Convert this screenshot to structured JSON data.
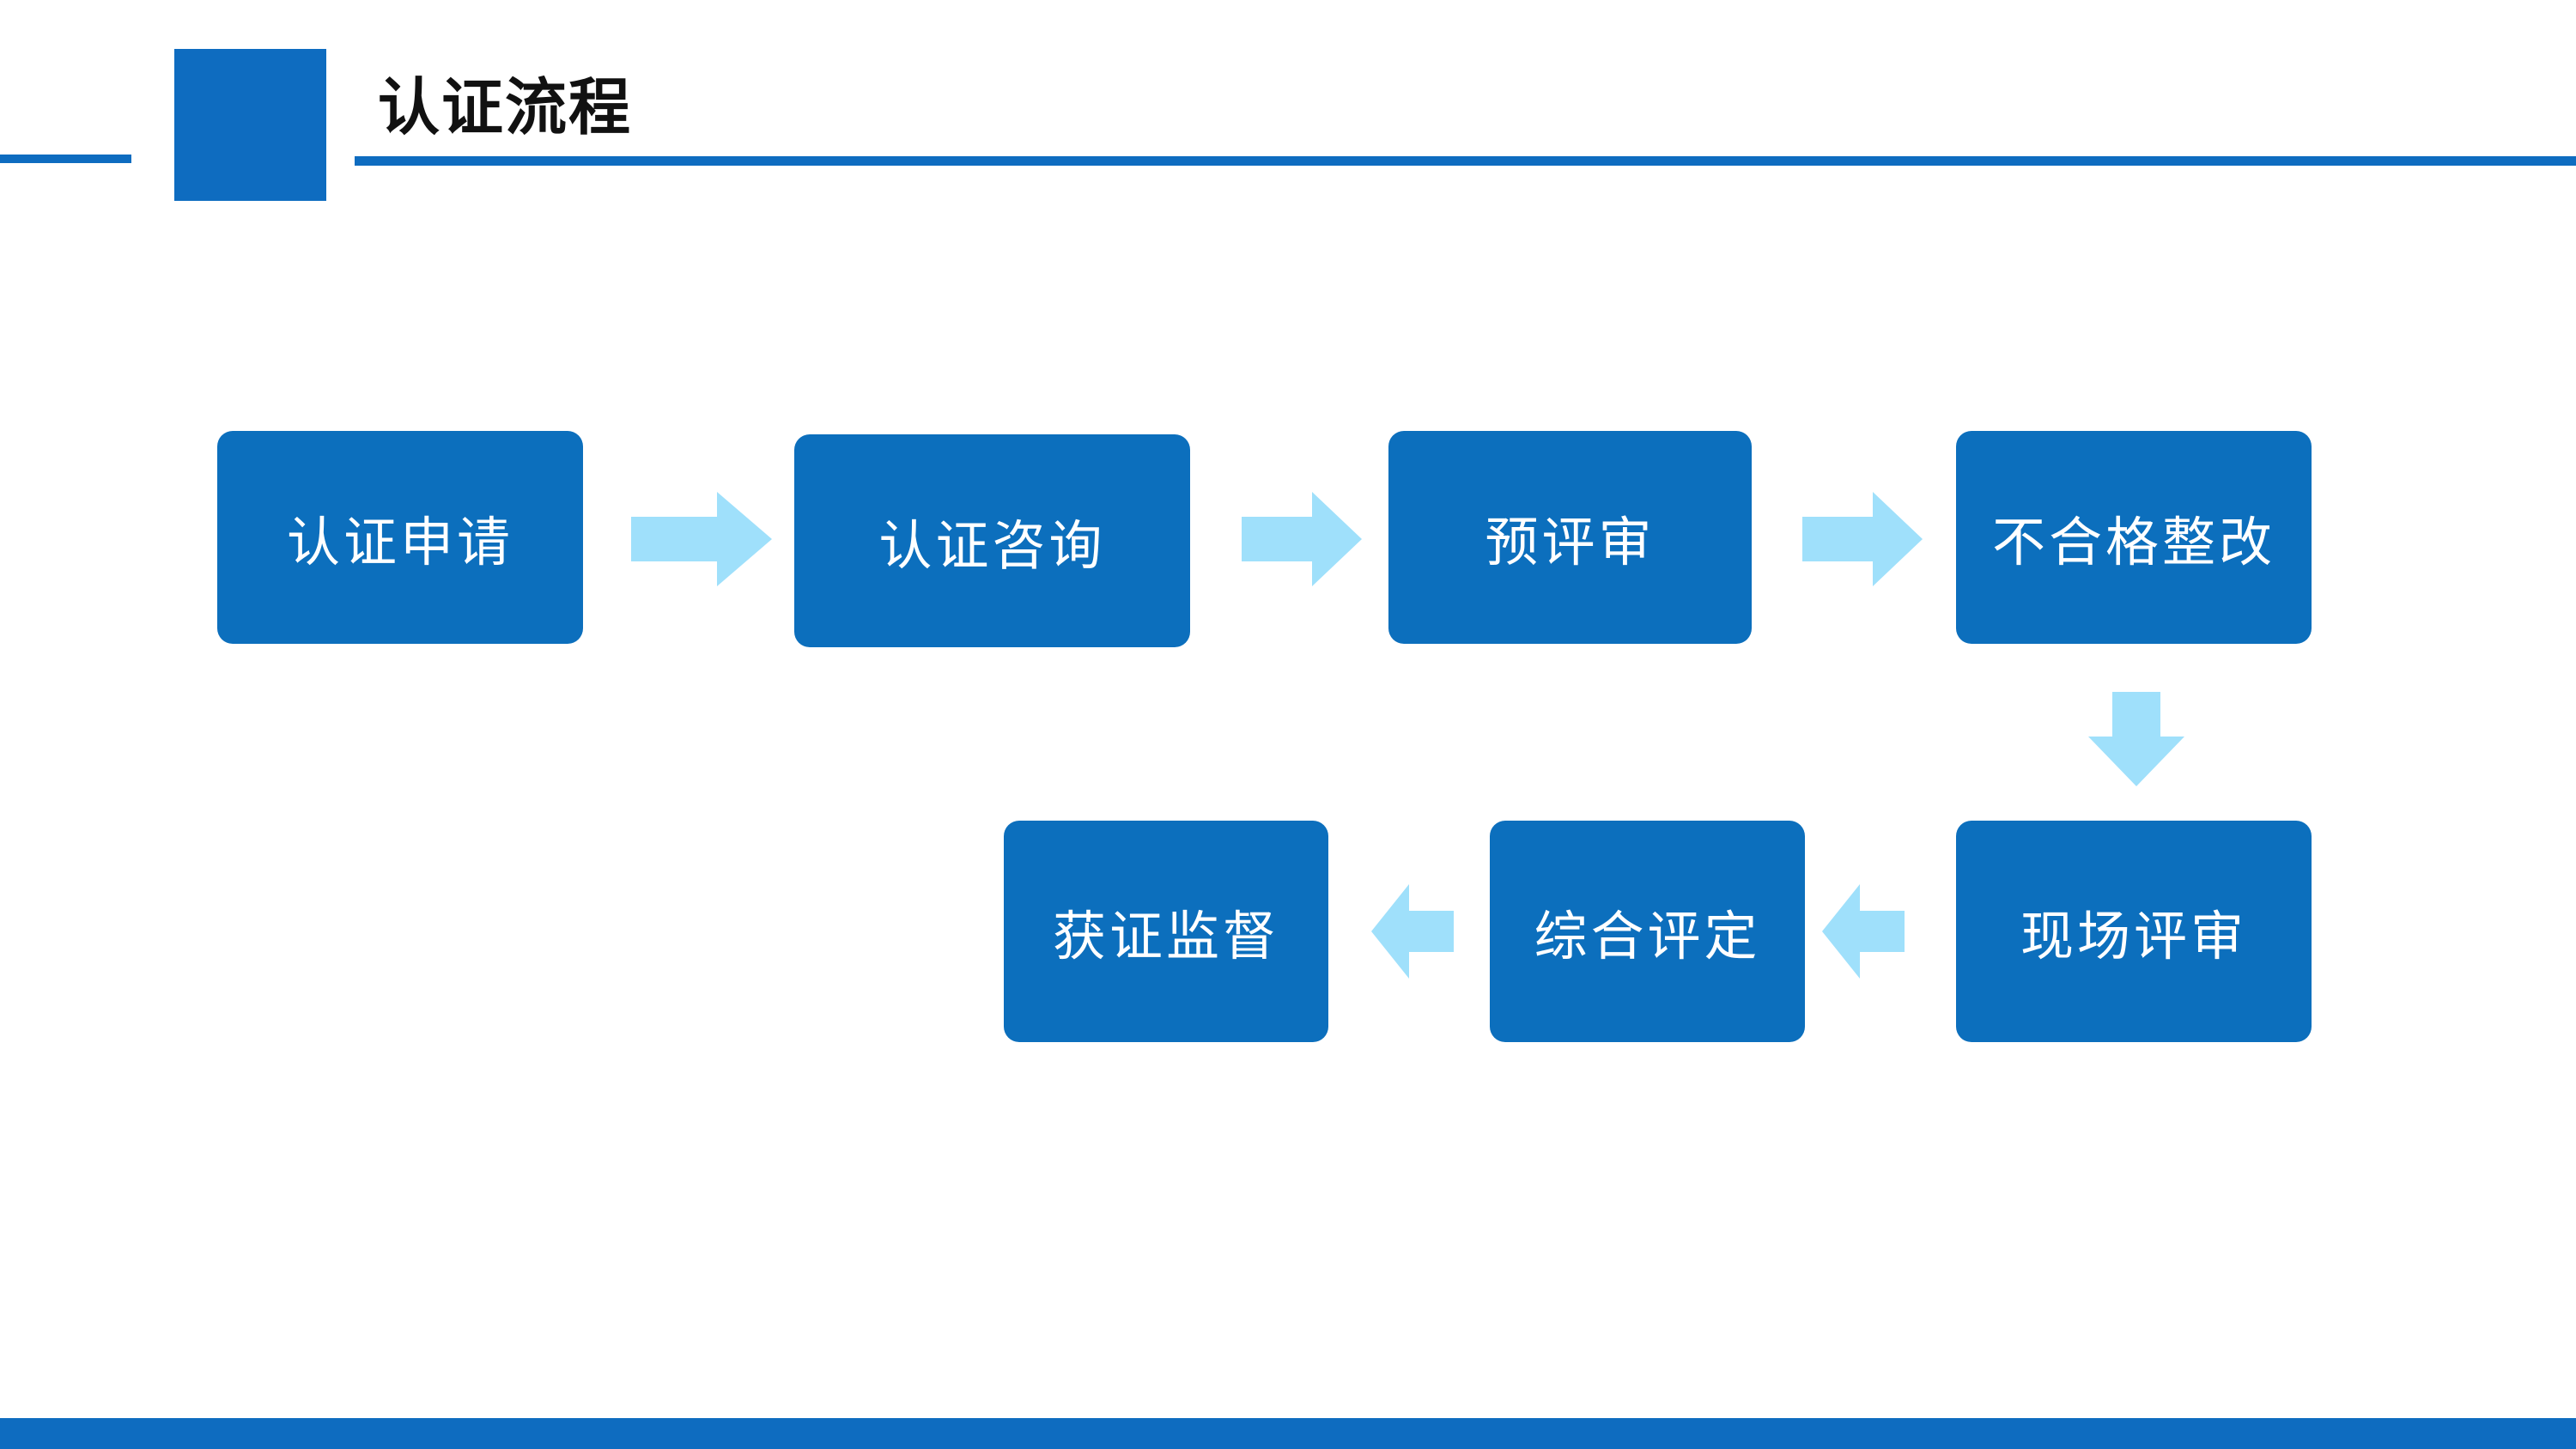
{
  "page": {
    "title": "认证流程"
  },
  "colors": {
    "accent": "#0e6cc0",
    "step_box": "#0c6fbd",
    "arrow": "#9fe0fb",
    "step_text": "#ffffff",
    "title_text": "#111111"
  },
  "flow": {
    "steps": [
      {
        "label": "认证申请"
      },
      {
        "label": "认证咨询"
      },
      {
        "label": "预评审"
      },
      {
        "label": "不合格整改"
      },
      {
        "label": "现场评审"
      },
      {
        "label": "综合评定"
      },
      {
        "label": "获证监督"
      }
    ]
  }
}
